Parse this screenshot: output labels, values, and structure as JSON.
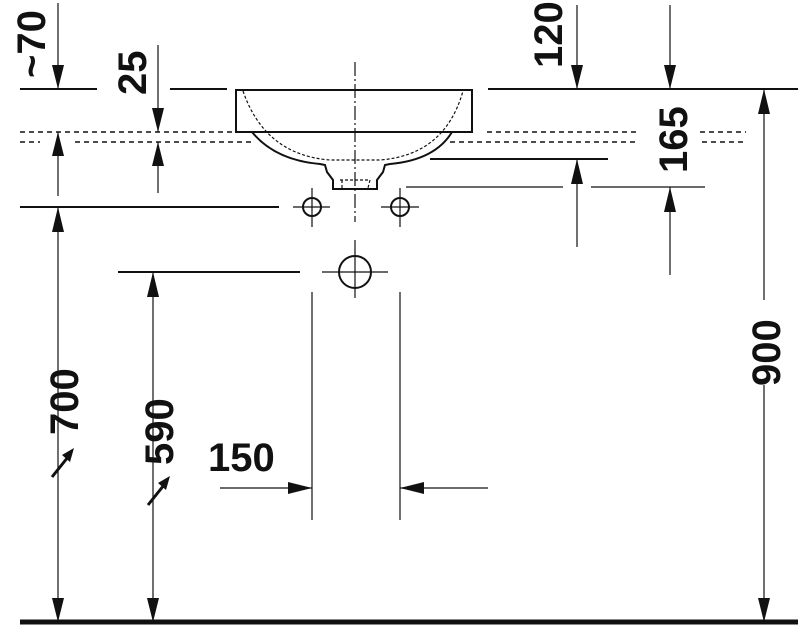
{
  "drawing": {
    "title": "Washbasin installation dimensions",
    "dimensions": {
      "top_clearance": "~70",
      "overflow_depth": "25",
      "rim_to_waste": "120",
      "rim_to_tap": "165",
      "floor_to_supply": "700",
      "floor_to_waste": "590",
      "supply_spacing": "150",
      "floor_to_rim": "900"
    },
    "colors": {
      "line": "#111111",
      "background": "#ffffff"
    }
  }
}
